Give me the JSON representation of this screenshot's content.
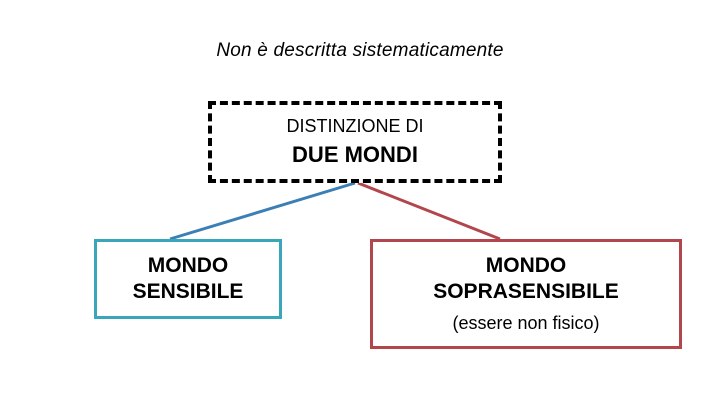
{
  "diagram": {
    "title": "Non è descritta sistematicamente",
    "top_box": {
      "line1": "DISTINZIONE DI",
      "line2": "DUE MONDI"
    },
    "left_box": {
      "line1": "MONDO",
      "line2": "SENSIBILE"
    },
    "right_box": {
      "line1": "MONDO",
      "line2": "SOPRASENSIBILE",
      "line3": "(essere non fisico)"
    },
    "colors": {
      "left_border": "#3aa6b9",
      "right_border": "#b1474d",
      "top_border": "#000000",
      "left_connector": "#3b7fb5",
      "right_connector": "#b1474d",
      "text": "#000000",
      "background": "#ffffff"
    }
  }
}
